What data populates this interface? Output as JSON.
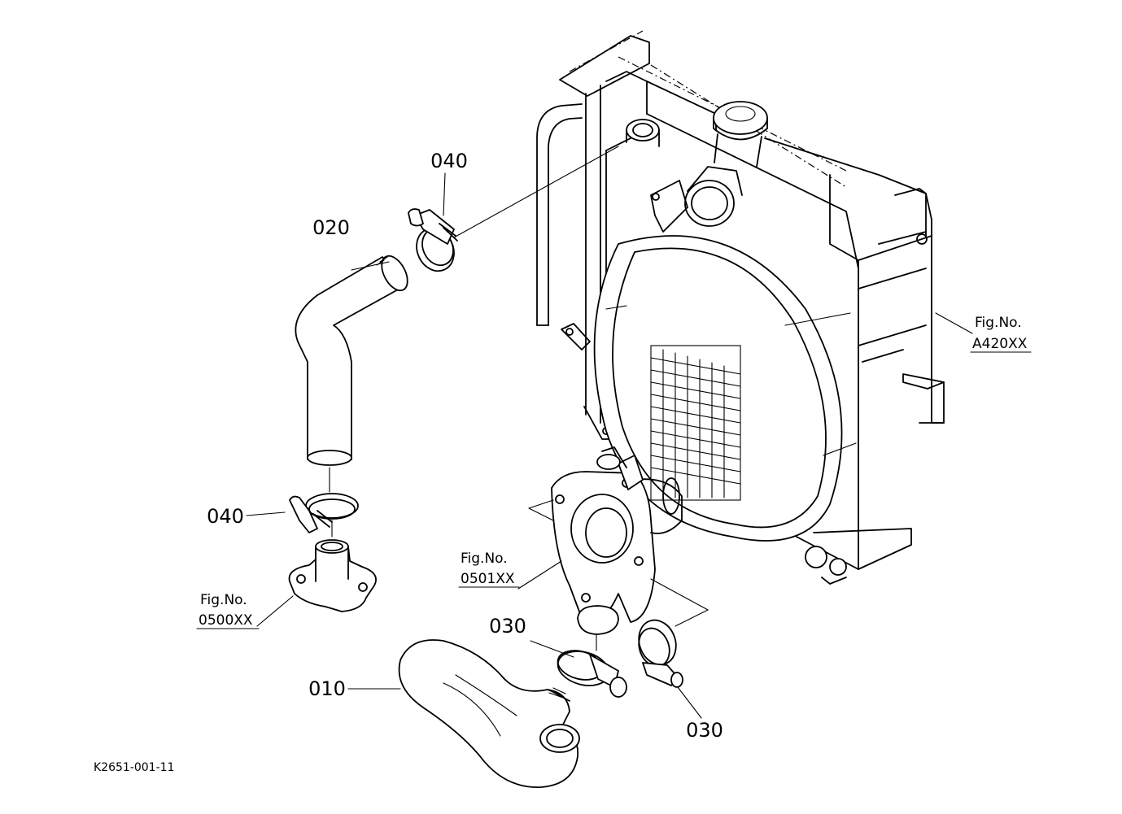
{
  "diagram": {
    "parts": [
      {
        "id": "010",
        "label": "010"
      },
      {
        "id": "020",
        "label": "020"
      },
      {
        "id": "030a",
        "label": "030"
      },
      {
        "id": "030b",
        "label": "030"
      },
      {
        "id": "040a",
        "label": "040"
      },
      {
        "id": "040b",
        "label": "040"
      }
    ],
    "figure_refs": [
      {
        "line1": "Fig.No.",
        "line2": "A420XX"
      },
      {
        "line1": "Fig.No.",
        "line2": "0501XX"
      },
      {
        "line1": "Fig.No.",
        "line2": "0500XX"
      }
    ],
    "drawing_code": "K2651-001-11"
  }
}
